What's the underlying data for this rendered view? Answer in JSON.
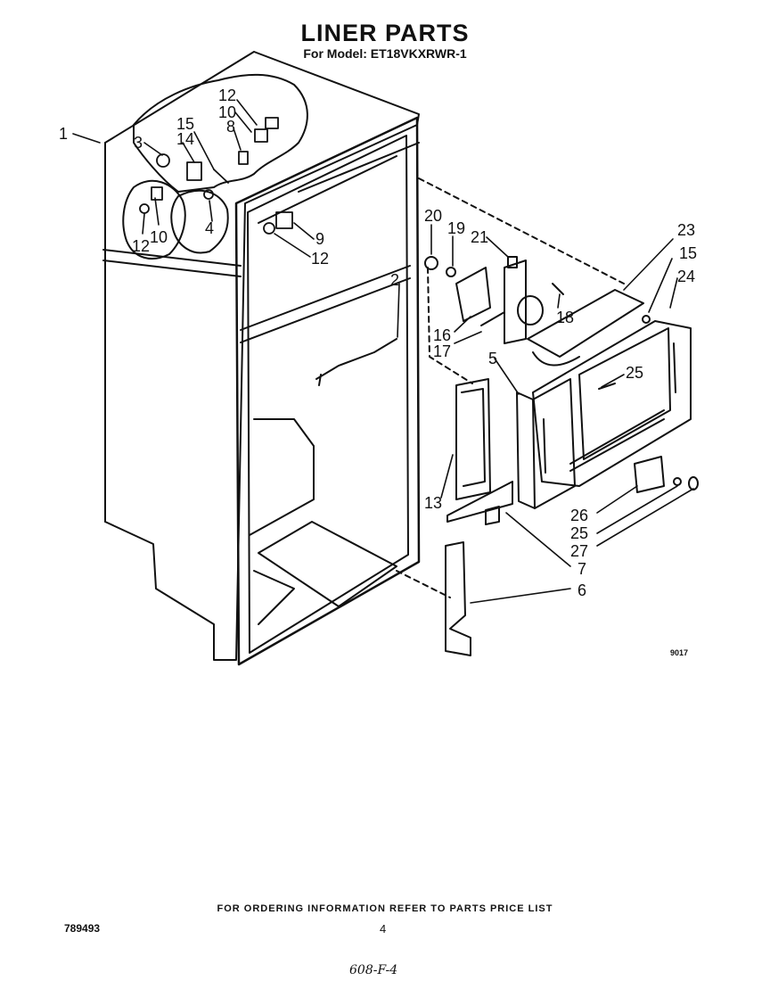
{
  "header": {
    "title": "LINER PARTS",
    "model_line": "For Model: ET18VKXRWR-1"
  },
  "footer": {
    "ordering_note": "FOR ORDERING INFORMATION REFER TO PARTS PRICE LIST",
    "part_number": "789493",
    "page_number": "4",
    "figure_code": "9017",
    "handwritten_note": "608-F-4"
  },
  "callouts": [
    "1",
    "2",
    "3",
    "4",
    "5",
    "6",
    "7",
    "8",
    "9",
    "10",
    "10",
    "12",
    "12",
    "12",
    "13",
    "14",
    "15",
    "15",
    "16",
    "17",
    "18",
    "19",
    "20",
    "21",
    "23",
    "24",
    "25",
    "25",
    "26",
    "27"
  ]
}
